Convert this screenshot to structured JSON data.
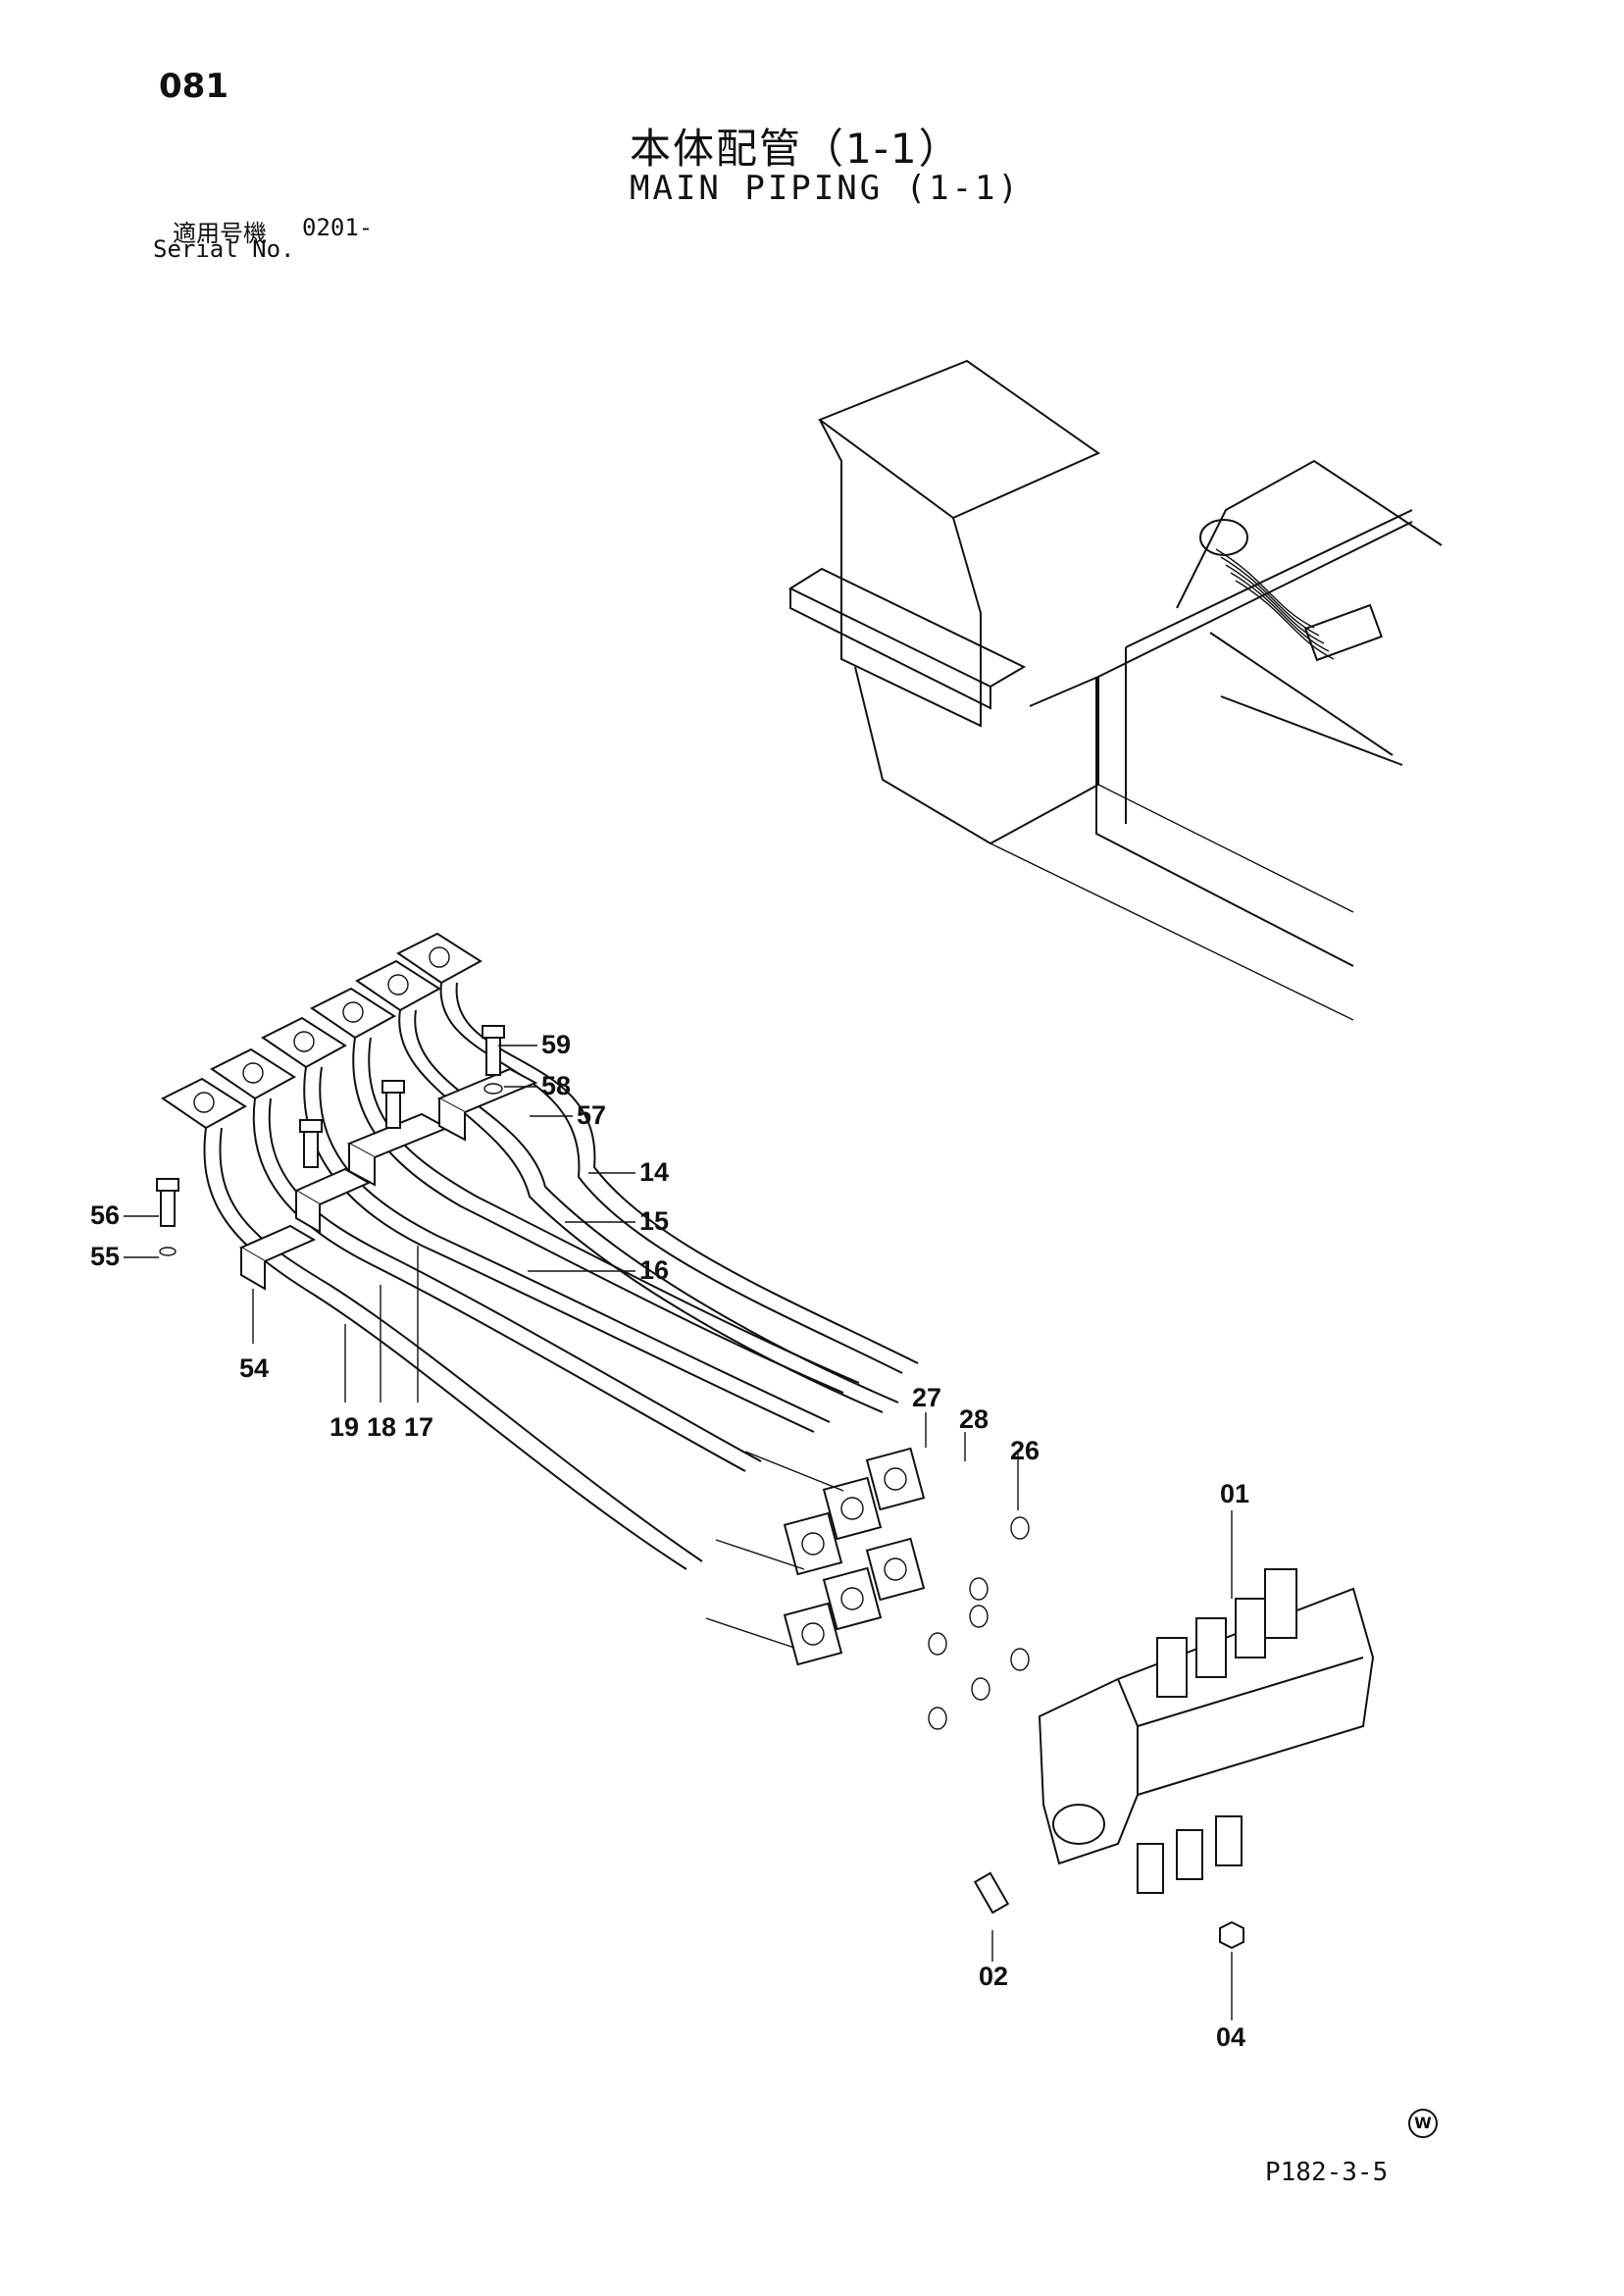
{
  "header": {
    "page_number": "081",
    "title_jp": "本体配管（1-1）",
    "title_en": "MAIN PIPING (1-1)",
    "serial_label_jp": "適用号機",
    "serial_value": "0201-",
    "serial_label_en": "Serial No."
  },
  "footer": {
    "figure_code": "P182-3-5",
    "mark": "W"
  },
  "callouts": {
    "c59": "59",
    "c58": "58",
    "c57": "57",
    "c14": "14",
    "c15": "15",
    "c16": "16",
    "c56": "56",
    "c55": "55",
    "c54": "54",
    "c19": "19",
    "c18": "18",
    "c17": "17",
    "c27": "27",
    "c28": "28",
    "c26": "26",
    "c01": "01",
    "c02": "02",
    "c04": "04"
  }
}
